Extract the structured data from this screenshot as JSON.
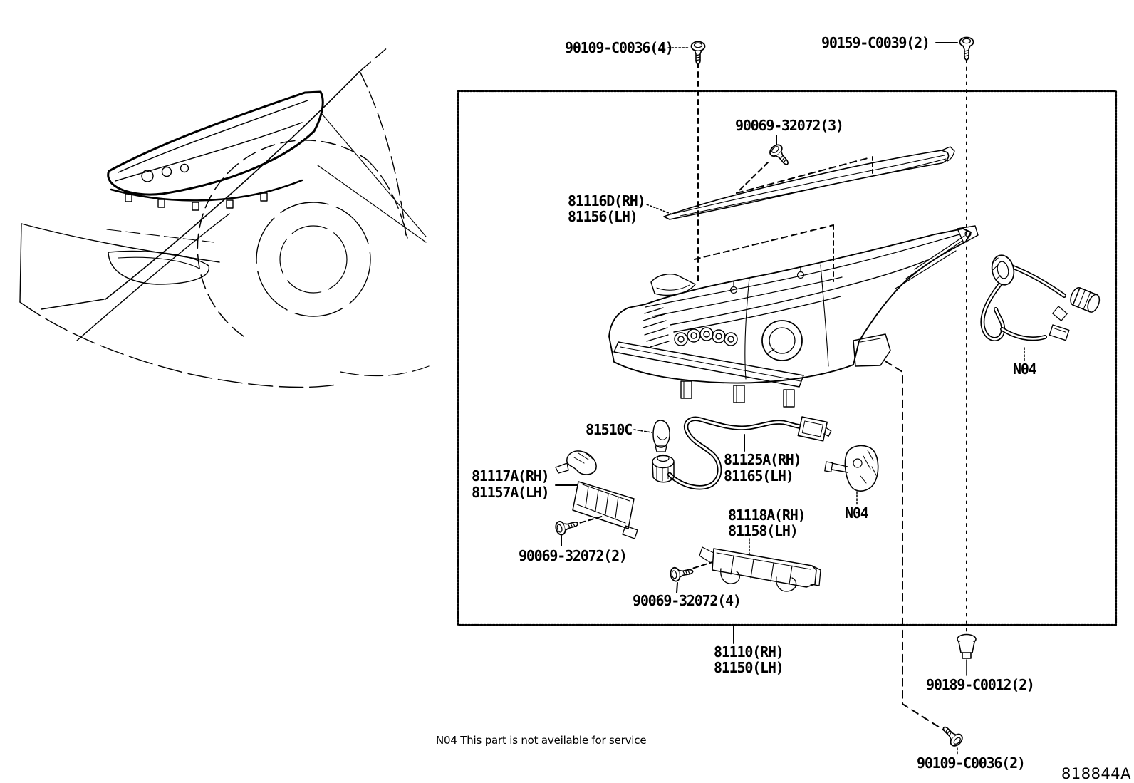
{
  "page": {
    "background": "#ffffff",
    "line_color": "#000000",
    "figure_code": "818844A",
    "footnote": "N04 This part is not aveilable for service"
  },
  "callouts": {
    "screw_top_left": "90109-C0036(4)",
    "screw_top_right": "90159-C0039(2)",
    "screw_trim": "90069-32072(3)",
    "trim_rh": "81116D(RH)",
    "trim_lh": "81156(LH)",
    "bulb": "81510C",
    "cord_rh": "81125A(RH)",
    "cord_lh": "81165(LH)",
    "bracket_side_rh": "81117A(RH)",
    "bracket_side_lh": "81157A(LH)",
    "screw_bracket_side": "90069-32072(2)",
    "bracket_lower_rh": "81118A(RH)",
    "bracket_lower_lh": "81158(LH)",
    "screw_bracket_lower": "90069-32072(4)",
    "headlamp_rh": "81110(RH)",
    "headlamp_lh": "81150(LH)",
    "clip_bottom": "90189-C0012(2)",
    "screw_bottom": "90109-C0036(2)",
    "adjuster_na": "N04",
    "harness_na": "N04"
  }
}
